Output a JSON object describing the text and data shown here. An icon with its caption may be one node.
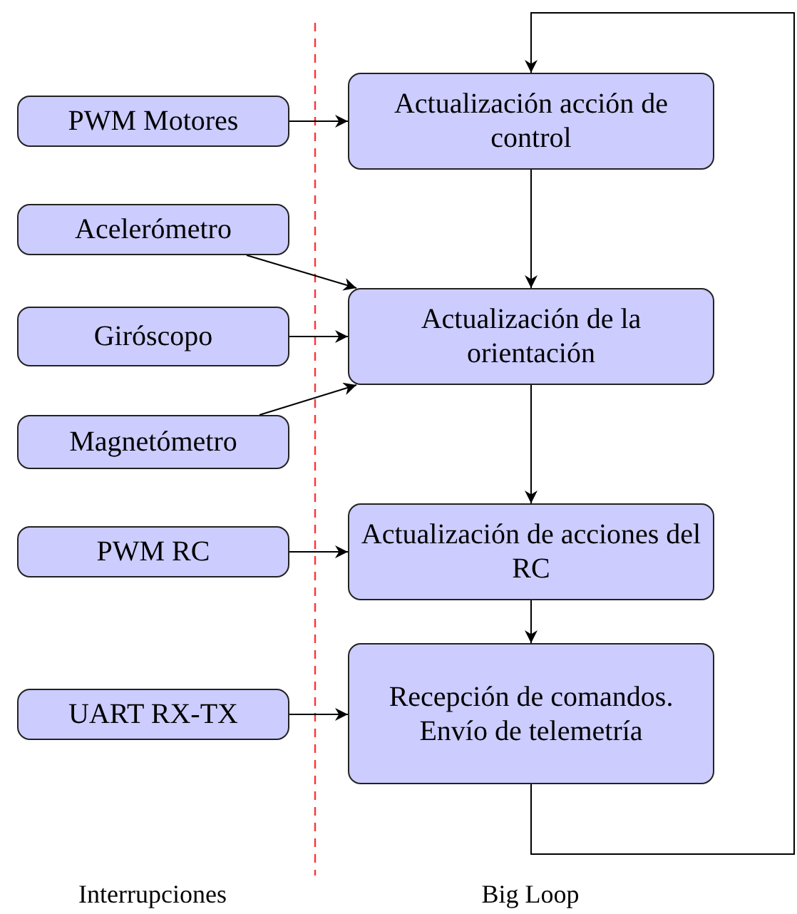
{
  "diagram": {
    "nodes": [
      {
        "text": [
          "PWM Motores"
        ]
      },
      {
        "text": [
          "Actualización acción de control"
        ]
      },
      {
        "text": [
          "Acelerómetro"
        ]
      },
      {
        "text": [
          "Giróscopo"
        ]
      },
      {
        "text": [
          "Actualización de la orientación"
        ]
      },
      {
        "text": [
          "Magnetómetro"
        ]
      },
      {
        "text": [
          "PWM RC"
        ]
      },
      {
        "text": [
          "Actualización de acciones del RC"
        ]
      },
      {
        "text": [
          "UART RX-TX"
        ]
      },
      {
        "text": [
          "Recepción de comandos. Envío de telemetría"
        ]
      }
    ],
    "edges": [
      {
        "from": 0,
        "to": 1,
        "arrow": "to"
      },
      {
        "from": 1,
        "to": 4,
        "arrow": "to"
      },
      {
        "from": 2,
        "to": 4,
        "arrow": "to"
      },
      {
        "from": 3,
        "to": 4,
        "arrow": "to"
      },
      {
        "from": 5,
        "to": 4,
        "arrow": "to"
      },
      {
        "from": 4,
        "to": 7,
        "arrow": "to"
      },
      {
        "from": 6,
        "to": 7,
        "arrow": "to"
      },
      {
        "from": 7,
        "to": 9,
        "arrow": "to"
      },
      {
        "from": 8,
        "to": 9,
        "arrow": "to"
      },
      {
        "from": 9,
        "to": 1,
        "arrow": "to"
      }
    ],
    "labels": [
      "Interrupciones",
      "Big Loop"
    ]
  }
}
